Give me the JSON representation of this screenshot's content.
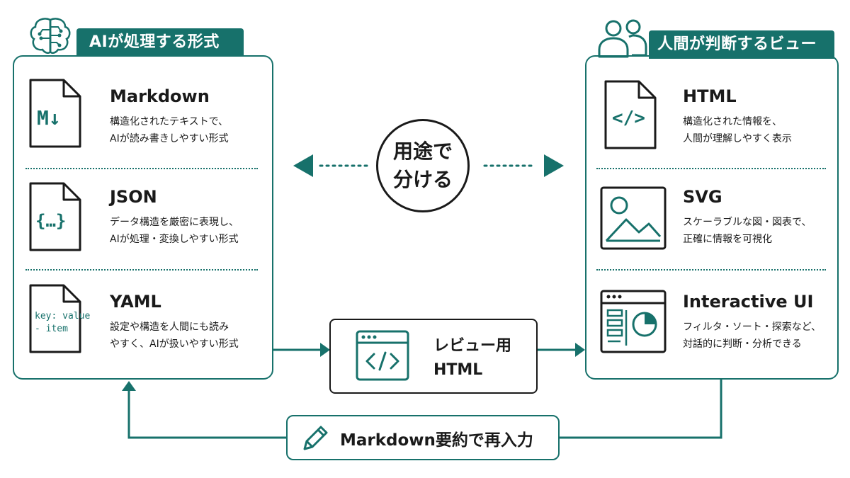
{
  "left_panel": {
    "tab_label": "AIが処理する形式",
    "icon": "brain-circuit-icon",
    "items": [
      {
        "title": "Markdown",
        "desc": [
          "構造化されたテキストで、",
          "AIが読み書きしやすい形式"
        ],
        "icon_text": "M↓",
        "icon": "markdown-file-icon"
      },
      {
        "title": "JSON",
        "desc": [
          "データ構造を厳密に表現し、",
          "AIが処理・変換しやすい形式"
        ],
        "icon_text": "{…}",
        "icon": "json-file-icon"
      },
      {
        "title": "YAML",
        "desc": [
          "設定や構造を人間にも読み",
          "やすく、AIが扱いやすい形式"
        ],
        "icon_text": [
          "key: value",
          "- item"
        ],
        "icon": "yaml-file-icon"
      }
    ]
  },
  "right_panel": {
    "tab_label": "人間が判断するビュー",
    "icon": "people-icon",
    "items": [
      {
        "title": "HTML",
        "desc": [
          "構造化された情報を、",
          "人間が理解しやすく表示"
        ],
        "icon_text": "</>",
        "icon": "html-file-icon"
      },
      {
        "title": "SVG",
        "desc": [
          "スケーラブルな図・図表で、",
          "正確に情報を可視化"
        ],
        "icon": "image-icon"
      },
      {
        "title": "Interactive UI",
        "desc": [
          "フィルタ・ソート・探索など、",
          "対話的に判断・分析できる"
        ],
        "icon": "dashboard-window-icon"
      }
    ]
  },
  "center": {
    "lines": [
      "用途で",
      "分ける"
    ]
  },
  "review": {
    "lines": [
      "レビュー用",
      "HTML"
    ],
    "icon": "code-window-icon"
  },
  "feedback": {
    "label": "Markdown要約で再入力",
    "icon": "pencil-icon"
  },
  "colors": {
    "accent": "#17716b",
    "text": "#1a1a1a",
    "background": "#ffffff"
  }
}
